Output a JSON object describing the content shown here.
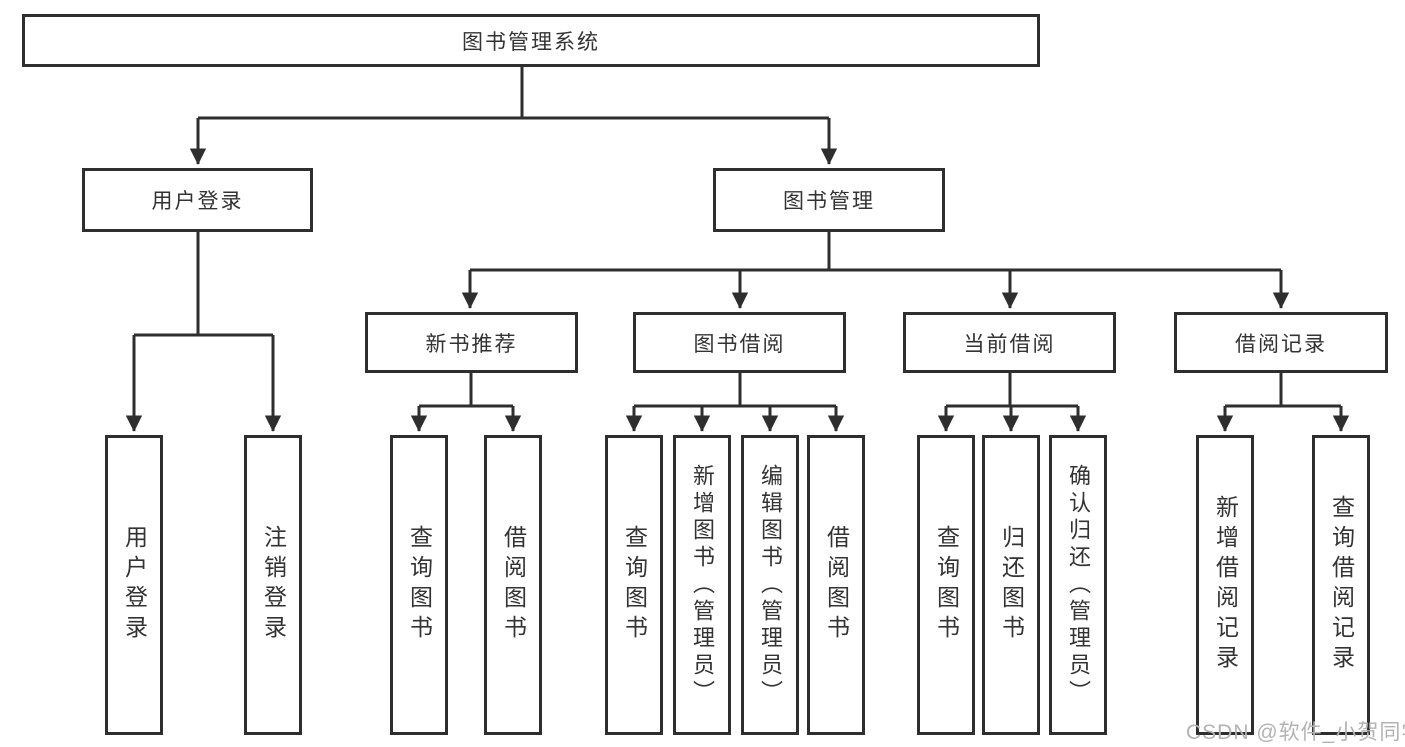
{
  "page": {
    "background_color": "#ffffff",
    "line_color": "#2e2e2e",
    "text_color": "#333333"
  },
  "watermark": {
    "text": "CSDN @软件_小贺同学",
    "color": "#b3b3b3"
  },
  "tree": {
    "label": "图书管理系统",
    "children": [
      {
        "label": "用户登录",
        "children": [
          {
            "label": "用户登录"
          },
          {
            "label": "注销登录"
          }
        ]
      },
      {
        "label": "图书管理",
        "children": [
          {
            "label": "新书推荐",
            "children": [
              {
                "label": "查询图书"
              },
              {
                "label": "借阅图书"
              }
            ]
          },
          {
            "label": "图书借阅",
            "children": [
              {
                "label": "查询图书"
              },
              {
                "label": "新增图书（管理员）"
              },
              {
                "label": "编辑图书（管理员）"
              },
              {
                "label": "借阅图书"
              }
            ]
          },
          {
            "label": "当前借阅",
            "children": [
              {
                "label": "查询图书"
              },
              {
                "label": "归还图书"
              },
              {
                "label": "确认归还（管理员）"
              }
            ]
          },
          {
            "label": "借阅记录",
            "children": [
              {
                "label": "新增借阅记录"
              },
              {
                "label": "查询借阅记录"
              }
            ]
          }
        ]
      }
    ]
  }
}
